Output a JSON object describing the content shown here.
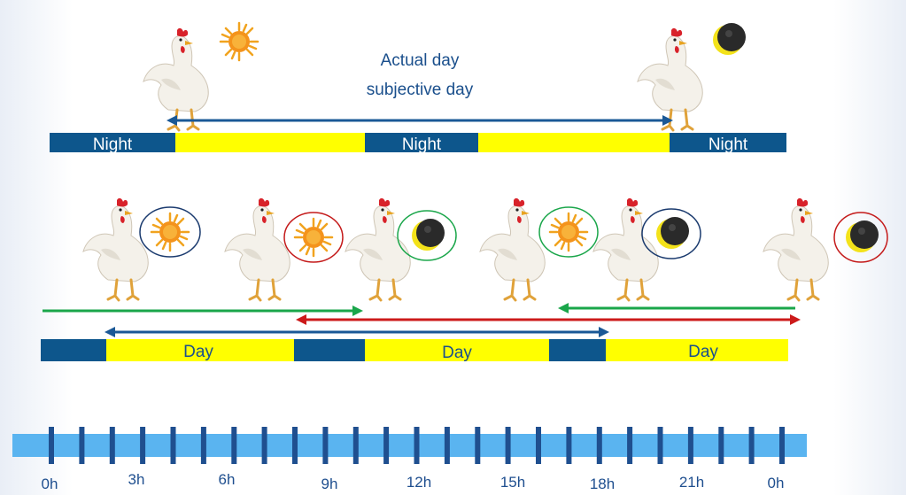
{
  "top_diagram": {
    "caption_line1": "Actual day",
    "caption_line2": "subjective day",
    "segments": [
      {
        "type": "night",
        "label": "Night"
      },
      {
        "type": "day",
        "label": ""
      },
      {
        "type": "night",
        "label": "Night"
      },
      {
        "type": "day",
        "label": ""
      },
      {
        "type": "night",
        "label": "Night"
      }
    ]
  },
  "bottom_diagram": {
    "segments": [
      {
        "type": "night",
        "label": ""
      },
      {
        "type": "day",
        "label": "Day"
      },
      {
        "type": "night",
        "label": ""
      },
      {
        "type": "day",
        "label": "Day"
      },
      {
        "type": "night",
        "label": ""
      },
      {
        "type": "day",
        "label": "Day"
      }
    ]
  },
  "timeline": {
    "hour_labels": [
      "0h",
      "3h",
      "6h",
      "9h",
      "12h",
      "15h",
      "18h",
      "21h",
      "0h"
    ]
  },
  "colors": {
    "night": "#0d568c",
    "day": "#ffff00",
    "arrow_blue": "#1a5896",
    "arrow_green": "#1aa64a",
    "arrow_red": "#cc1a1a",
    "timeline_band": "#5ab4f0",
    "tick": "#1f4f8f"
  },
  "icons": {
    "hen": "hen-icon",
    "sun": "sun-icon",
    "moon": "moon-icon"
  }
}
